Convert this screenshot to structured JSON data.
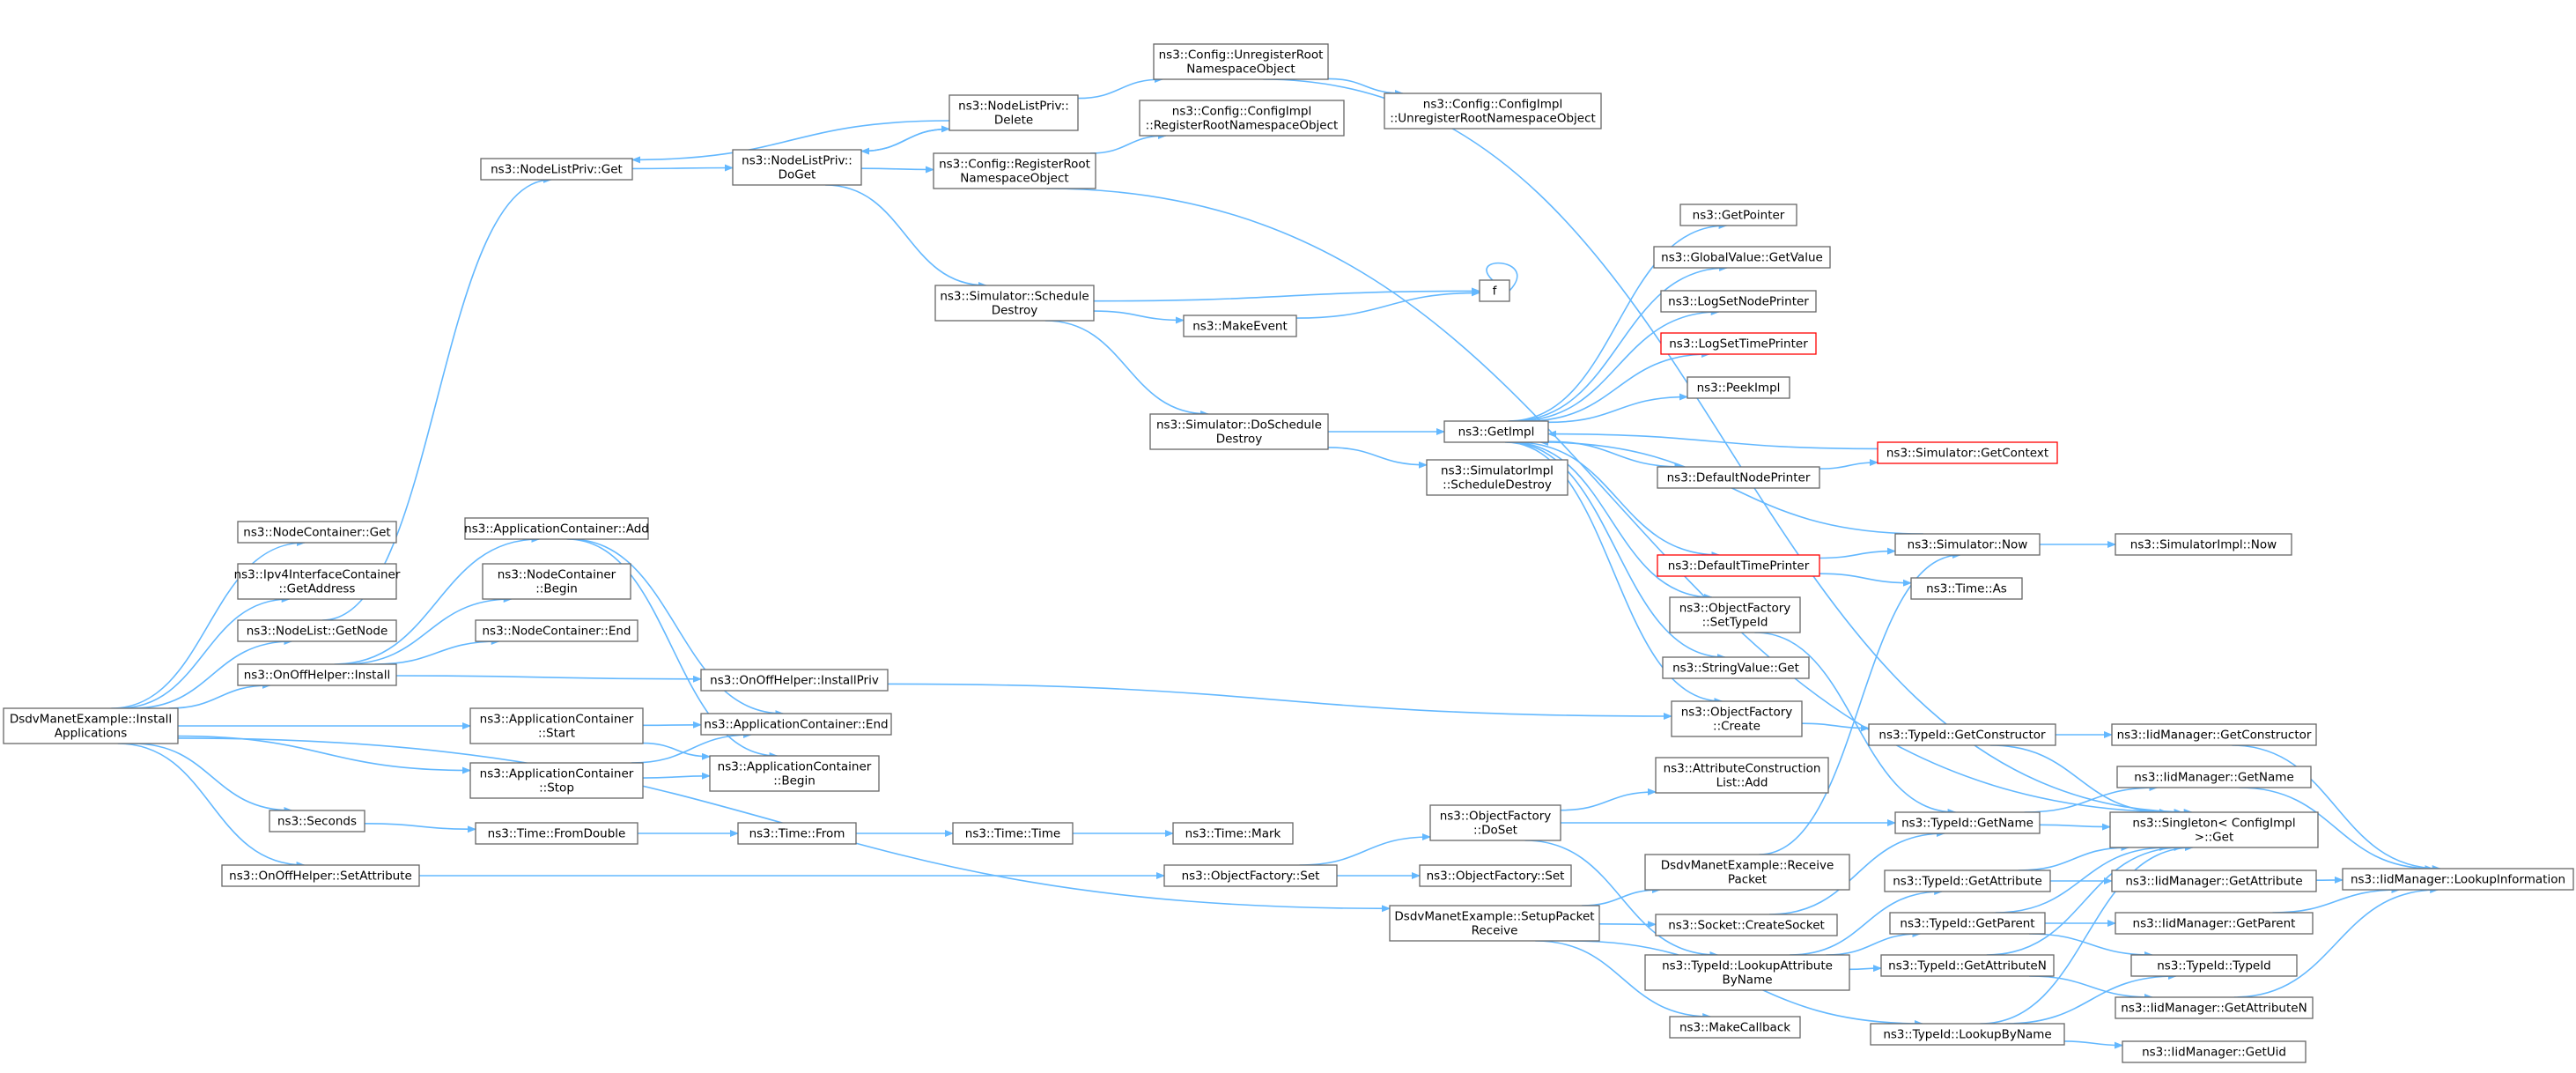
{
  "colors": {
    "edge": "#63b8ff",
    "box_border": "#666666",
    "root_fill": "#999999",
    "root_border": "#666666",
    "undocumented_border": "#ff0000",
    "text": "#000000"
  },
  "nodes": {
    "root": {
      "lines": [
        "DsdvManetExample::Install",
        "Applications"
      ],
      "kind": "root"
    },
    "nc_get": {
      "lines": [
        "ns3::NodeContainer::Get"
      ]
    },
    "ipv4_getaddr": {
      "lines": [
        "ns3::Ipv4InterfaceContainer",
        "::GetAddress"
      ]
    },
    "nodelist_getnode": {
      "lines": [
        "ns3::NodeList::GetNode"
      ]
    },
    "onoff_install": {
      "lines": [
        "ns3::OnOffHelper::Install"
      ]
    },
    "appc_start": {
      "lines": [
        "ns3::ApplicationContainer",
        "::Start"
      ]
    },
    "appc_stop": {
      "lines": [
        "ns3::ApplicationContainer",
        "::Stop"
      ]
    },
    "seconds": {
      "lines": [
        "ns3::Seconds"
      ]
    },
    "onoff_setattr": {
      "lines": [
        "ns3::OnOffHelper::SetAttribute"
      ]
    },
    "nlp_get": {
      "lines": [
        "ns3::NodeListPriv::Get"
      ]
    },
    "appc_add": {
      "lines": [
        "ns3::ApplicationContainer::Add"
      ]
    },
    "nc_begin": {
      "lines": [
        "ns3::NodeContainer",
        "::Begin"
      ]
    },
    "nc_end": {
      "lines": [
        "ns3::NodeContainer::End"
      ]
    },
    "time_fromdouble": {
      "lines": [
        "ns3::Time::FromDouble"
      ]
    },
    "onoff_installpriv": {
      "lines": [
        "ns3::OnOffHelper::InstallPriv"
      ]
    },
    "appc_end": {
      "lines": [
        "ns3::ApplicationContainer::End"
      ]
    },
    "appc_begin": {
      "lines": [
        "ns3::ApplicationContainer",
        "::Begin"
      ]
    },
    "nlp_doget": {
      "lines": [
        "ns3::NodeListPriv::",
        "DoGet"
      ]
    },
    "time_from": {
      "lines": [
        "ns3::Time::From"
      ]
    },
    "nlp_delete": {
      "lines": [
        "ns3::NodeListPriv::",
        "Delete"
      ]
    },
    "cfg_regroot": {
      "lines": [
        "ns3::Config::RegisterRoot",
        "NamespaceObject"
      ]
    },
    "sim_schedule_destroy": {
      "lines": [
        "ns3::Simulator::Schedule",
        "Destroy"
      ]
    },
    "time_time": {
      "lines": [
        "ns3::Time::Time"
      ]
    },
    "cfg_unregroot": {
      "lines": [
        "ns3::Config::UnregisterRoot",
        "NamespaceObject"
      ]
    },
    "cfgimpl_regroot": {
      "lines": [
        "ns3::Config::ConfigImpl",
        "::RegisterRootNamespaceObject"
      ]
    },
    "make_event": {
      "lines": [
        "ns3::MakeEvent"
      ]
    },
    "sim_doschedule_destroy": {
      "lines": [
        "ns3::Simulator::DoSchedule",
        "Destroy"
      ]
    },
    "time_mark": {
      "lines": [
        "ns3::Time::Mark"
      ]
    },
    "objf_set": {
      "lines": [
        "ns3::ObjectFactory::Set"
      ]
    },
    "dsdv_setup": {
      "lines": [
        "DsdvManetExample::SetupPacket",
        "Receive"
      ]
    },
    "cfgimpl_unregroot": {
      "lines": [
        "ns3::Config::ConfigImpl",
        "::UnregisterRootNamespaceObject"
      ]
    },
    "f": {
      "lines": [
        "f"
      ]
    },
    "getimpl": {
      "lines": [
        "ns3::GetImpl"
      ]
    },
    "simimpl_schedule_destroy": {
      "lines": [
        "ns3::SimulatorImpl",
        "::ScheduleDestroy"
      ]
    },
    "objf_doset": {
      "lines": [
        "ns3::ObjectFactory",
        "::DoSet"
      ]
    },
    "objf_set2": {
      "lines": [
        "ns3::ObjectFactory::Set"
      ]
    },
    "dsdv_receive": {
      "lines": [
        "DsdvManetExample::Receive",
        "Packet"
      ]
    },
    "socket_create": {
      "lines": [
        "ns3::Socket::CreateSocket"
      ]
    },
    "tid_lookupattr": {
      "lines": [
        "ns3::TypeId::LookupAttribute",
        "ByName"
      ]
    },
    "make_callback": {
      "lines": [
        "ns3::MakeCallback"
      ]
    },
    "get_pointer": {
      "lines": [
        "ns3::GetPointer"
      ]
    },
    "gv_getvalue": {
      "lines": [
        "ns3::GlobalValue::GetValue"
      ]
    },
    "log_setnode": {
      "lines": [
        "ns3::LogSetNodePrinter"
      ]
    },
    "log_settime": {
      "lines": [
        "ns3::LogSetTimePrinter"
      ],
      "kind": "undocumented"
    },
    "peekimpl": {
      "lines": [
        "ns3::PeekImpl"
      ]
    },
    "default_node_printer": {
      "lines": [
        "ns3::DefaultNodePrinter"
      ]
    },
    "default_time_printer": {
      "lines": [
        "ns3::DefaultTimePrinter"
      ],
      "kind": "undocumented"
    },
    "objf_settypeid": {
      "lines": [
        "ns3::ObjectFactory",
        "::SetTypeId"
      ]
    },
    "stringvalue_get": {
      "lines": [
        "ns3::StringValue::Get"
      ]
    },
    "objf_create": {
      "lines": [
        "ns3::ObjectFactory",
        "::Create"
      ]
    },
    "attrcons_add": {
      "lines": [
        "ns3::AttributeConstruction",
        "List::Add"
      ]
    },
    "sim_getcontext": {
      "lines": [
        "ns3::Simulator::GetContext"
      ],
      "kind": "undocumented"
    },
    "sim_now": {
      "lines": [
        "ns3::Simulator::Now"
      ]
    },
    "time_as": {
      "lines": [
        "ns3::Time::As"
      ]
    },
    "tid_getconstructor": {
      "lines": [
        "ns3::TypeId::GetConstructor"
      ]
    },
    "tid_getname": {
      "lines": [
        "ns3::TypeId::GetName"
      ]
    },
    "tid_getattribute": {
      "lines": [
        "ns3::TypeId::GetAttribute"
      ]
    },
    "tid_getparent": {
      "lines": [
        "ns3::TypeId::GetParent"
      ]
    },
    "tid_getattributen": {
      "lines": [
        "ns3::TypeId::GetAttributeN"
      ]
    },
    "tid_lookupbyname": {
      "lines": [
        "ns3::TypeId::LookupByName"
      ]
    },
    "simimpl_now": {
      "lines": [
        "ns3::SimulatorImpl::Now"
      ]
    },
    "singleton_get": {
      "lines": [
        "ns3::Singleton< ConfigImpl",
        " >::Get"
      ]
    },
    "iid_getconstructor": {
      "lines": [
        "ns3::IidManager::GetConstructor"
      ]
    },
    "iid_getname": {
      "lines": [
        "ns3::IidManager::GetName"
      ]
    },
    "iid_getattribute": {
      "lines": [
        "ns3::IidManager::GetAttribute"
      ]
    },
    "iid_getparent": {
      "lines": [
        "ns3::IidManager::GetParent"
      ]
    },
    "tid_typeid": {
      "lines": [
        "ns3::TypeId::TypeId"
      ]
    },
    "iid_getattributen": {
      "lines": [
        "ns3::IidManager::GetAttributeN"
      ]
    },
    "iid_getuid": {
      "lines": [
        "ns3::IidManager::GetUid"
      ]
    },
    "iid_lookupinfo": {
      "lines": [
        "ns3::IidManager::LookupInformation"
      ]
    }
  },
  "edges": [
    [
      "root",
      "nc_get"
    ],
    [
      "root",
      "ipv4_getaddr"
    ],
    [
      "root",
      "nodelist_getnode"
    ],
    [
      "root",
      "onoff_install"
    ],
    [
      "root",
      "appc_start"
    ],
    [
      "root",
      "appc_stop"
    ],
    [
      "root",
      "seconds"
    ],
    [
      "root",
      "onoff_setattr"
    ],
    [
      "root",
      "dsdv_setup"
    ],
    [
      "nodelist_getnode",
      "nlp_get"
    ],
    [
      "onoff_install",
      "appc_add"
    ],
    [
      "onoff_install",
      "nc_begin"
    ],
    [
      "onoff_install",
      "nc_end"
    ],
    [
      "onoff_install",
      "onoff_installpriv"
    ],
    [
      "appc_start",
      "appc_end"
    ],
    [
      "appc_start",
      "appc_begin"
    ],
    [
      "appc_stop",
      "appc_end"
    ],
    [
      "appc_stop",
      "appc_begin"
    ],
    [
      "appc_add",
      "appc_end"
    ],
    [
      "appc_add",
      "appc_begin"
    ],
    [
      "seconds",
      "time_fromdouble"
    ],
    [
      "time_fromdouble",
      "time_from"
    ],
    [
      "time_from",
      "time_time"
    ],
    [
      "time_time",
      "time_mark"
    ],
    [
      "onoff_setattr",
      "objf_set"
    ],
    [
      "nlp_get",
      "nlp_doget"
    ],
    [
      "nlp_doget",
      "nlp_delete"
    ],
    [
      "nlp_doget",
      "cfg_regroot"
    ],
    [
      "nlp_doget",
      "sim_schedule_destroy"
    ],
    [
      "nlp_delete",
      "nlp_get"
    ],
    [
      "nlp_delete",
      "nlp_doget"
    ],
    [
      "nlp_delete",
      "cfg_unregroot"
    ],
    [
      "cfg_regroot",
      "cfgimpl_regroot"
    ],
    [
      "cfg_regroot",
      "singleton_get"
    ],
    [
      "cfg_unregroot",
      "cfgimpl_unregroot"
    ],
    [
      "cfg_unregroot",
      "singleton_get"
    ],
    [
      "sim_schedule_destroy",
      "f"
    ],
    [
      "sim_schedule_destroy",
      "make_event"
    ],
    [
      "sim_schedule_destroy",
      "sim_doschedule_destroy"
    ],
    [
      "make_event",
      "f"
    ],
    [
      "f",
      "f"
    ],
    [
      "sim_doschedule_destroy",
      "getimpl"
    ],
    [
      "sim_doschedule_destroy",
      "simimpl_schedule_destroy"
    ],
    [
      "getimpl",
      "get_pointer"
    ],
    [
      "getimpl",
      "gv_getvalue"
    ],
    [
      "getimpl",
      "log_setnode"
    ],
    [
      "getimpl",
      "log_settime"
    ],
    [
      "getimpl",
      "peekimpl"
    ],
    [
      "getimpl",
      "default_node_printer"
    ],
    [
      "getimpl",
      "default_time_printer"
    ],
    [
      "getimpl",
      "objf_settypeid"
    ],
    [
      "getimpl",
      "stringvalue_get"
    ],
    [
      "getimpl",
      "objf_create"
    ],
    [
      "sim_getcontext",
      "getimpl"
    ],
    [
      "sim_now",
      "getimpl"
    ],
    [
      "default_node_printer",
      "sim_getcontext"
    ],
    [
      "default_time_printer",
      "sim_now"
    ],
    [
      "default_time_printer",
      "time_as"
    ],
    [
      "sim_now",
      "simimpl_now"
    ],
    [
      "onoff_installpriv",
      "objf_create"
    ],
    [
      "objf_create",
      "tid_getconstructor"
    ],
    [
      "objf_settypeid",
      "tid_getname"
    ],
    [
      "objf_set",
      "objf_doset"
    ],
    [
      "objf_set",
      "objf_set2"
    ],
    [
      "objf_doset",
      "attrcons_add"
    ],
    [
      "objf_doset",
      "tid_getname"
    ],
    [
      "objf_doset",
      "tid_lookupattr"
    ],
    [
      "dsdv_setup",
      "dsdv_receive"
    ],
    [
      "dsdv_setup",
      "socket_create"
    ],
    [
      "dsdv_setup",
      "make_callback"
    ],
    [
      "dsdv_setup",
      "tid_lookupbyname"
    ],
    [
      "dsdv_receive",
      "sim_now"
    ],
    [
      "socket_create",
      "tid_getname"
    ],
    [
      "tid_lookupattr",
      "tid_getattribute"
    ],
    [
      "tid_lookupattr",
      "tid_getparent"
    ],
    [
      "tid_lookupattr",
      "tid_getattributen"
    ],
    [
      "tid_getconstructor",
      "iid_getconstructor"
    ],
    [
      "tid_getconstructor",
      "singleton_get"
    ],
    [
      "tid_getname",
      "iid_getname"
    ],
    [
      "tid_getname",
      "singleton_get"
    ],
    [
      "tid_getattribute",
      "iid_getattribute"
    ],
    [
      "tid_getattribute",
      "singleton_get"
    ],
    [
      "tid_getparent",
      "iid_getparent"
    ],
    [
      "tid_getparent",
      "tid_typeid"
    ],
    [
      "tid_getparent",
      "singleton_get"
    ],
    [
      "tid_getattributen",
      "iid_getattributen"
    ],
    [
      "tid_getattributen",
      "singleton_get"
    ],
    [
      "tid_lookupbyname",
      "iid_getuid"
    ],
    [
      "tid_lookupbyname",
      "singleton_get"
    ],
    [
      "tid_lookupbyname",
      "tid_typeid"
    ],
    [
      "iid_getconstructor",
      "iid_lookupinfo"
    ],
    [
      "iid_getname",
      "iid_lookupinfo"
    ],
    [
      "iid_getattribute",
      "iid_lookupinfo"
    ],
    [
      "iid_getparent",
      "iid_lookupinfo"
    ],
    [
      "iid_getattributen",
      "iid_lookupinfo"
    ]
  ]
}
